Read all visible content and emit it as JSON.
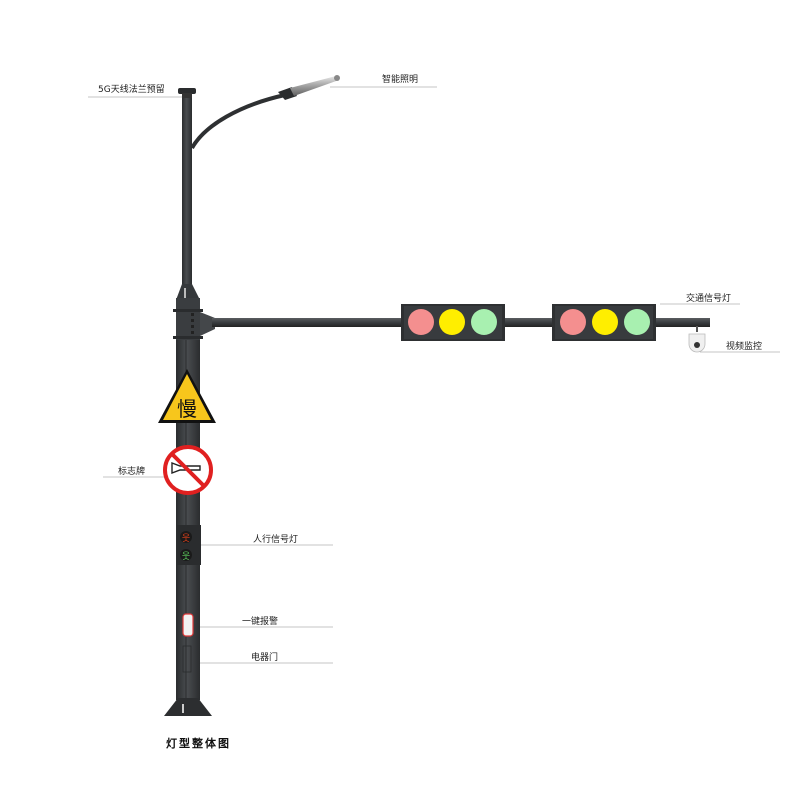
{
  "title": "灯型整体图",
  "labels": {
    "antenna_flange": "5G天线法兰预留",
    "smart_lighting": "智能照明",
    "traffic_light": "交通信号灯",
    "video_surveillance": "视频监控",
    "sign_board": "标志牌",
    "pedestrian_light": "人行信号灯",
    "one_key_alarm": "一键报警",
    "electrical_door": "电器门"
  },
  "warning_sign_text": "慢",
  "colors": {
    "pole": "#3a3d40",
    "pole_dark": "#2a2c2e",
    "leader_line": "#b0b0b0",
    "signal_red": "#f48f8f",
    "signal_yellow": "#ffee00",
    "signal_green": "#a8f0b0",
    "warning_yellow": "#f7c61c",
    "prohibit_red": "#e02020"
  },
  "traffic_signals": [
    {
      "id": "signal-1",
      "lights": [
        "red",
        "yellow",
        "green"
      ]
    },
    {
      "id": "signal-2",
      "lights": [
        "red",
        "yellow",
        "green"
      ]
    }
  ]
}
